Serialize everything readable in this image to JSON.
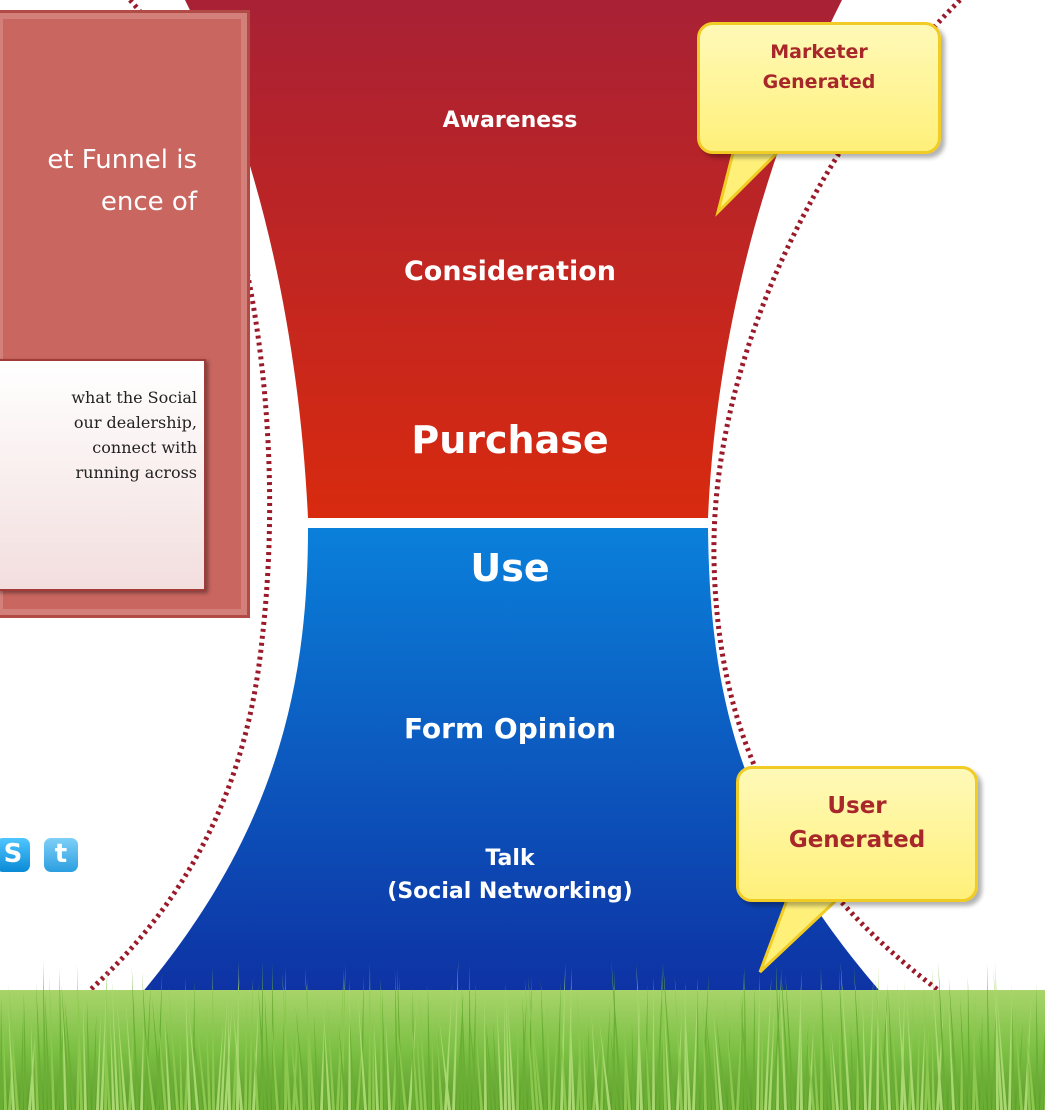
{
  "funnel": {
    "top_stages": [
      "Awareness",
      "Consideration",
      "Purchase"
    ],
    "use_stage": "Use",
    "form_opinion": "Form Opinion",
    "talk_line1": "Talk",
    "talk_line2": "(Social Networking)"
  },
  "callouts": {
    "marketer": [
      "Marketer",
      "Generated"
    ],
    "user": [
      "User",
      "Generated"
    ]
  },
  "panel": {
    "title_line1": "et Funnel is",
    "title_line2": "ence of",
    "body_line1": "what the Social",
    "body_line2": "our dealership,",
    "body_line3": "connect with",
    "body_line4": "running across"
  },
  "icons": [
    "skype-icon",
    "twitter-icon"
  ],
  "colors": {
    "red_top": "#a82135",
    "red_bottom": "#d82a0f",
    "blue_top": "#0a7fd8",
    "blue_bottom": "#0e2a9e",
    "dotted_border": "#9b1a2a",
    "bubble_fill": "#fff59a",
    "bubble_border": "#f0cc25",
    "callout_text": "#a8272b",
    "grass": "#7cc044"
  }
}
